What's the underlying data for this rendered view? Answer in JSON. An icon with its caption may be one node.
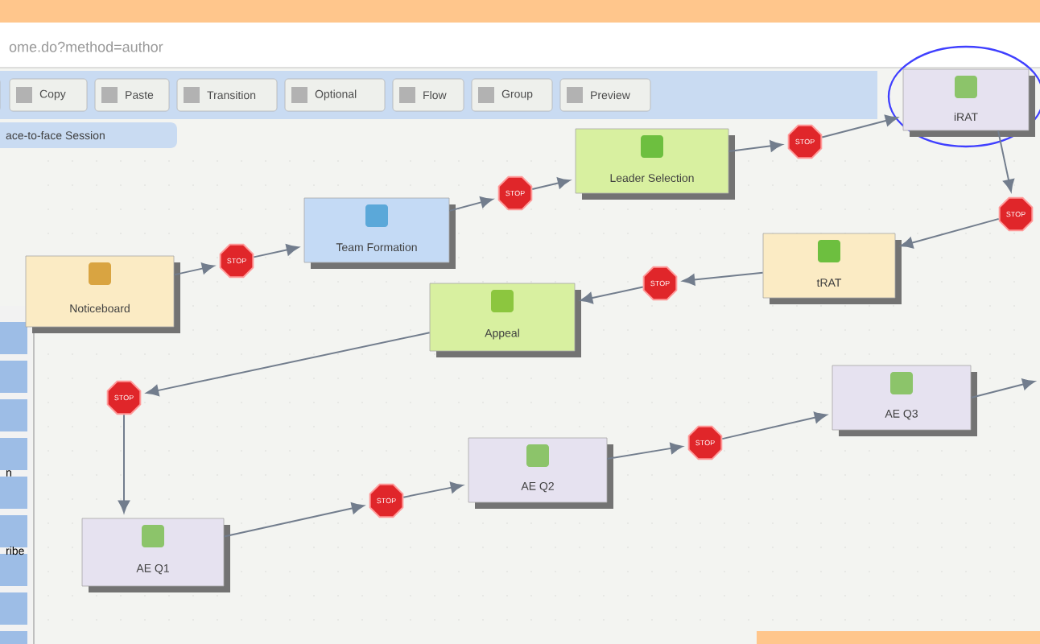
{
  "diagram": {
    "nodes": [
      {
        "text": [
          "Noticeboard"
        ]
      },
      {
        "text": [
          "STOP"
        ]
      },
      {
        "text": [
          "Team Formation"
        ]
      },
      {
        "text": [
          "STOP"
        ]
      },
      {
        "text": [
          "Leader Selection"
        ]
      },
      {
        "text": [
          "STOP"
        ]
      },
      {
        "text": [
          "iRAT"
        ]
      },
      {
        "text": [
          "STOP"
        ]
      },
      {
        "text": [
          "tRAT"
        ]
      },
      {
        "text": [
          "STOP"
        ]
      },
      {
        "text": [
          "Appeal"
        ]
      },
      {
        "text": [
          "STOP"
        ]
      },
      {
        "text": [
          "AE Q1"
        ]
      },
      {
        "text": [
          "STOP"
        ]
      },
      {
        "text": [
          "AE Q2"
        ]
      },
      {
        "text": [
          "STOP"
        ]
      },
      {
        "text": [
          "AE Q3"
        ]
      }
    ],
    "edges": [
      {
        "from": 0,
        "to": 1,
        "arrow": "to"
      },
      {
        "from": 1,
        "to": 2,
        "arrow": "to"
      },
      {
        "from": 2,
        "to": 3,
        "arrow": "to"
      },
      {
        "from": 3,
        "to": 4,
        "arrow": "to"
      },
      {
        "from": 4,
        "to": 5,
        "arrow": "to"
      },
      {
        "from": 5,
        "to": 6,
        "arrow": "to"
      },
      {
        "from": 6,
        "to": 7,
        "arrow": "to"
      },
      {
        "from": 7,
        "to": 8,
        "arrow": "to"
      },
      {
        "from": 8,
        "to": 9,
        "arrow": "to"
      },
      {
        "from": 9,
        "to": 10,
        "arrow": "to"
      },
      {
        "from": 10,
        "to": 11,
        "arrow": "to"
      },
      {
        "from": 11,
        "to": 12,
        "arrow": "to"
      },
      {
        "from": 12,
        "to": 13,
        "arrow": "to"
      },
      {
        "from": 13,
        "to": 14,
        "arrow": "to"
      },
      {
        "from": 14,
        "to": 15,
        "arrow": "to"
      },
      {
        "from": 15,
        "to": 16,
        "arrow": "to"
      },
      {
        "from": 16,
        "to": null,
        "arrow": "to"
      }
    ],
    "labels": [
      "ome.do?method=author",
      "Copy",
      "Paste",
      "Transition",
      "Optional",
      "Flow",
      "Group",
      "Preview",
      "ace-to-face Session",
      "n",
      "ribe"
    ]
  }
}
